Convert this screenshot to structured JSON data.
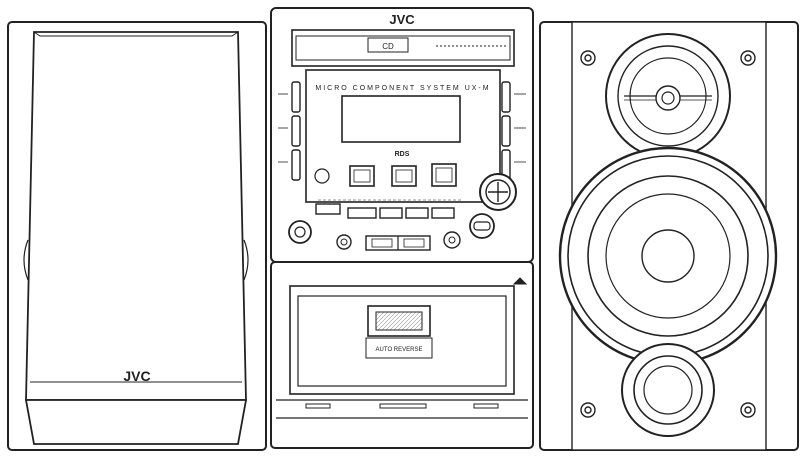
{
  "brand": "JVC",
  "top_label": "MICRO COMPONENT SYSTEM UX-M",
  "rds_label": "RDS",
  "cd_label": "CD",
  "cassette_label": "AUTO REVERSE",
  "colors": {
    "line": "#222222",
    "fill": "#ffffff",
    "shade": "#e6e6e6"
  }
}
